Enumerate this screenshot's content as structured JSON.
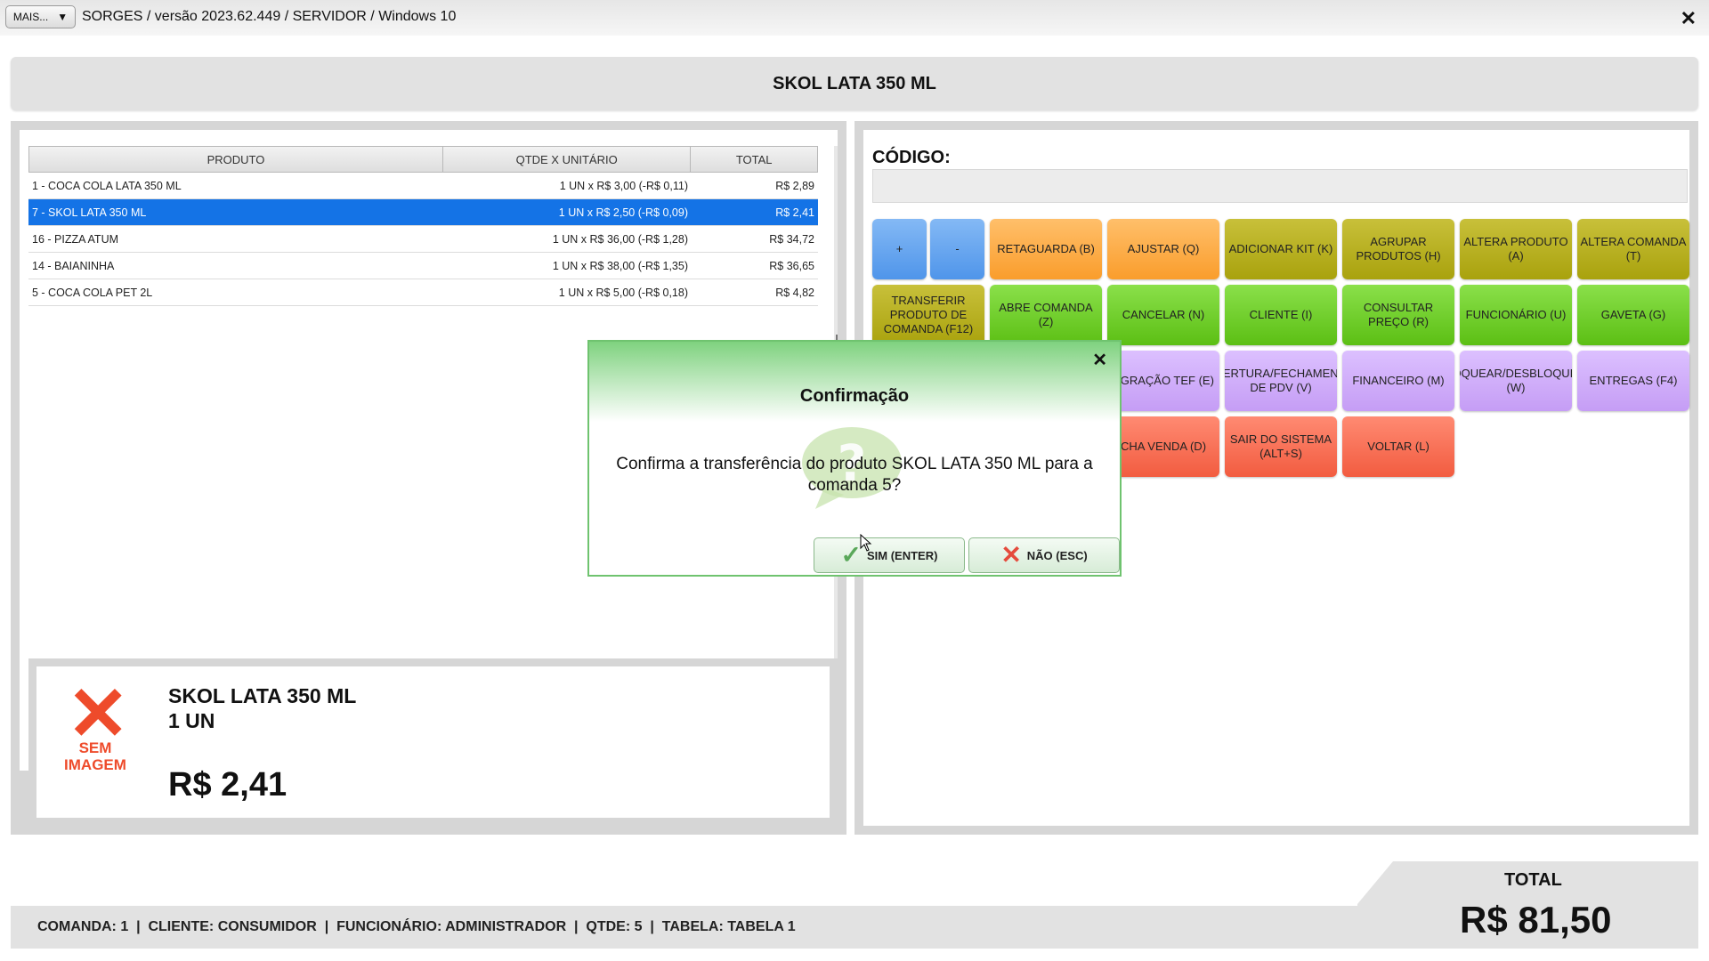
{
  "window": {
    "mais_label": "MAIS...",
    "mais_arrow": "▼",
    "title": "SORGES / versão 2023.62.449 / SERVIDOR / Windows 10",
    "close_glyph": "✕"
  },
  "banner": {
    "product": "SKOL LATA 350 ML"
  },
  "table": {
    "headers": [
      "PRODUTO",
      "QTDE X UNITÁRIO",
      "TOTAL"
    ],
    "rows": [
      {
        "produto": "1 - COCA COLA LATA 350 ML",
        "qtde": "1 UN x R$ 3,00 (-R$ 0,11)",
        "total": "R$ 2,89"
      },
      {
        "produto": "7 - SKOL LATA 350 ML",
        "qtde": "1 UN x R$ 2,50 (-R$ 0,09)",
        "total": "R$ 2,41"
      },
      {
        "produto": "16 - PIZZA ATUM",
        "qtde": "1 UN x R$ 36,00 (-R$ 1,28)",
        "total": "R$ 34,72"
      },
      {
        "produto": "14 - BAIANINHA",
        "qtde": "1 UN x R$ 38,00 (-R$ 1,35)",
        "total": "R$ 36,65"
      },
      {
        "produto": "5 - COCA COLA PET 2L",
        "qtde": "1 UN x R$ 5,00 (-R$ 0,18)",
        "total": "R$ 4,82"
      }
    ]
  },
  "detail": {
    "no_image_glyph": "✕",
    "no_image_label": "SEM IMAGEM",
    "name": "SKOL LATA 350 ML",
    "qty": "1  UN",
    "price": "R$ 2,41"
  },
  "codigo": {
    "label": "CÓDIGO:",
    "value": ""
  },
  "buttons": {
    "plus": "+",
    "minus": "-",
    "retaguarda": "RETAGUARDA (B)",
    "ajustar": "AJUSTAR (Q)",
    "adicionar_kit": "ADICIONAR KIT (K)",
    "agrupar": "AGRUPAR PRODUTOS (H)",
    "altera_produto": "ALTERA PRODUTO (A)",
    "altera_comanda": "ALTERA COMANDA (T)",
    "transferir": "TRANSFERIR PRODUTO DE COMANDA (F12)",
    "abre_comanda": "ABRE COMANDA (Z)",
    "cancelar": "CANCELAR (N)",
    "cliente": "CLIENTE (I)",
    "consultar_preco": "CONSULTAR PREÇO (R)",
    "funcionario": "FUNCIONÁRIO (U)",
    "gaveta": "GAVETA (G)",
    "integracao_tef": "EGRAÇÃO TEF (E)",
    "abertura_pdv": "ABERTURA/FECHAMENTO DE PDV (V)",
    "financeiro": "FINANCEIRO (M)",
    "bloquear": "BLOQUEAR/DESBLOQUEAR (W)",
    "entregas": "ENTREGAS (F4)",
    "fecha_venda": "CHA VENDA (D)",
    "sair": "SAIR DO SISTEMA (ALT+S)",
    "voltar": "VOLTAR (L)"
  },
  "footer": {
    "status": "COMANDA: 1  |  CLIENTE: CONSUMIDOR  |  FUNCIONÁRIO: ADMINISTRADOR  |  QTDE: 5  |  TABELA: TABELA 1",
    "total_label": "TOTAL",
    "total_value": "R$ 81,50"
  },
  "modal": {
    "close_glyph": "✕",
    "title": "Confirmação",
    "message": "Confirma a transferência do produto SKOL LATA 350 ML para a comanda 5?",
    "yes_icon": "✓",
    "yes_label": "SIM (ENTER)",
    "no_icon": "✕",
    "no_label": "NÃO (ESC)"
  },
  "colors": {
    "selection": "#1473e6",
    "dialog_border": "#6fc36f",
    "no_image": "#ee4b2b"
  }
}
